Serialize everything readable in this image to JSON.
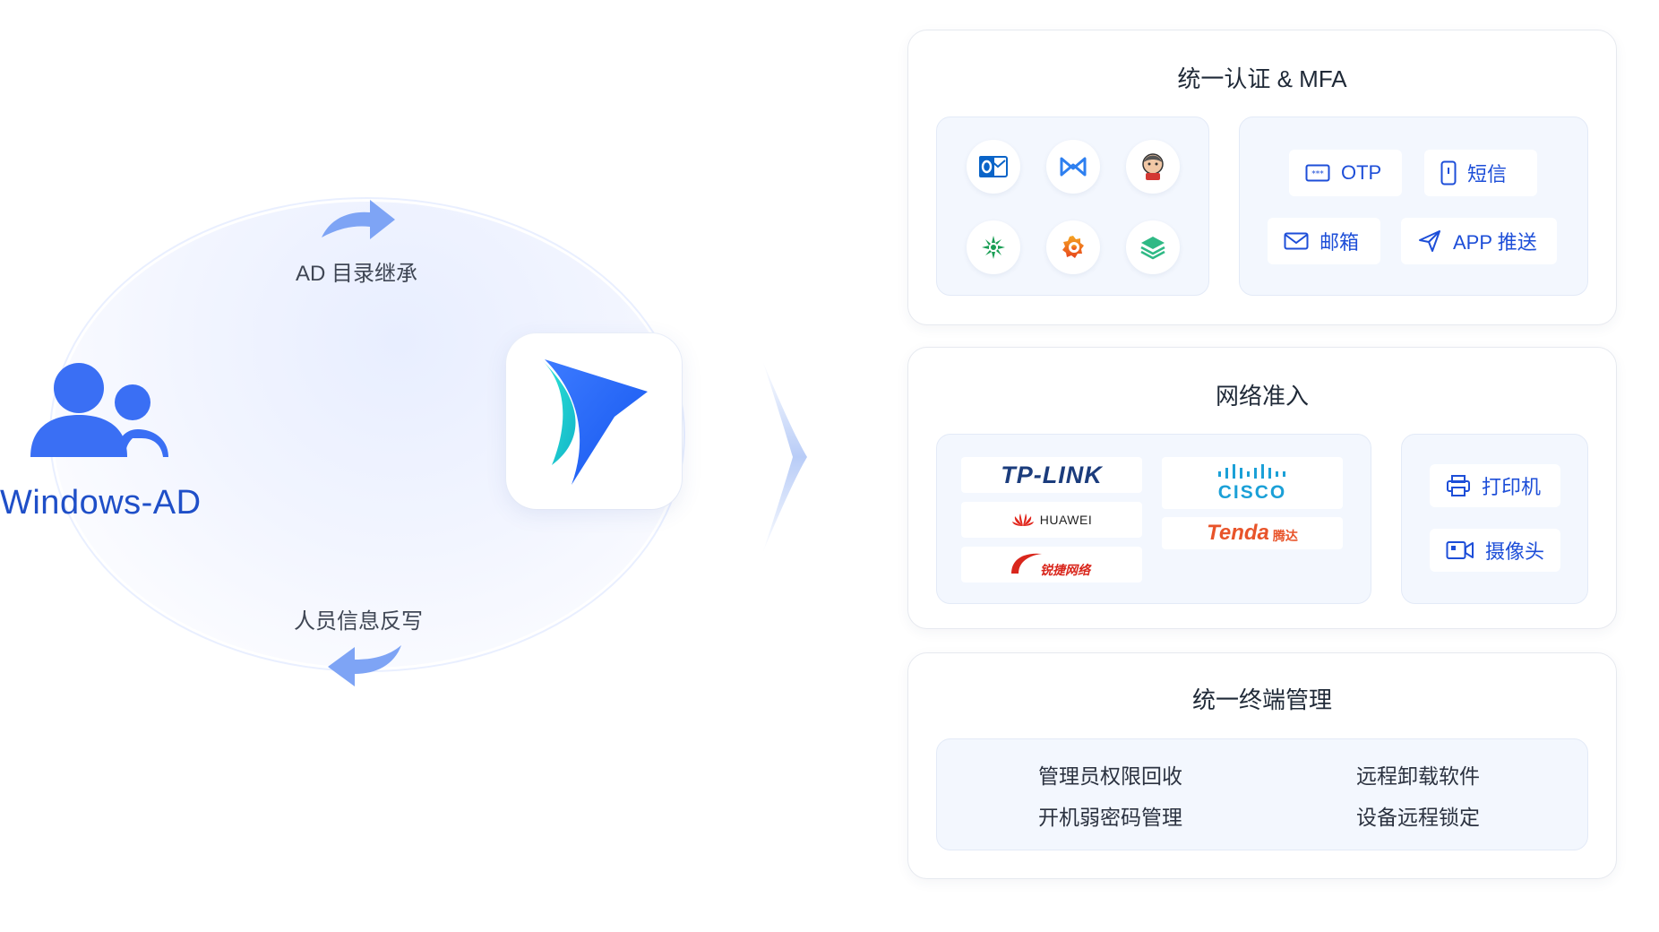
{
  "left": {
    "source_label": "Windows-AD",
    "top_flow_label": "AD 目录继承",
    "bottom_flow_label": "人员信息反写",
    "icons": {
      "source": "users-icon",
      "app": "feishu-sail-icon",
      "flow_top": "curved-arrow-right-icon",
      "flow_bottom": "curved-arrow-left-icon",
      "connector": "chevron-right-icon"
    }
  },
  "panels": {
    "auth": {
      "title": "统一认证 & MFA",
      "apps": [
        "outlook-icon",
        "microsoft-icon",
        "jenkins-icon",
        "confluence-icon",
        "grafana-icon",
        "stack-icon"
      ],
      "methods": [
        {
          "label": "OTP",
          "icon": "otp-icon"
        },
        {
          "label": "短信",
          "icon": "phone-icon"
        },
        {
          "label": "邮箱",
          "icon": "mail-icon"
        },
        {
          "label": "APP 推送",
          "icon": "send-icon"
        }
      ]
    },
    "network": {
      "title": "网络准入",
      "vendors": [
        "TP-LINK",
        "cisco",
        "HUAWEI",
        "Tenda",
        "腾达",
        "锐捷网络"
      ],
      "devices": [
        {
          "label": "打印机",
          "icon": "printer-icon"
        },
        {
          "label": "摄像头",
          "icon": "camera-icon"
        }
      ]
    },
    "endpoint": {
      "title": "统一终端管理",
      "features": [
        "管理员权限回收",
        "远程卸载软件",
        "开机弱密码管理",
        "设备远程锁定"
      ]
    }
  },
  "colors": {
    "brand_blue": "#1d4ed8",
    "accent_blue": "#3b6ff5",
    "panel_bg": "#f3f7fe"
  }
}
